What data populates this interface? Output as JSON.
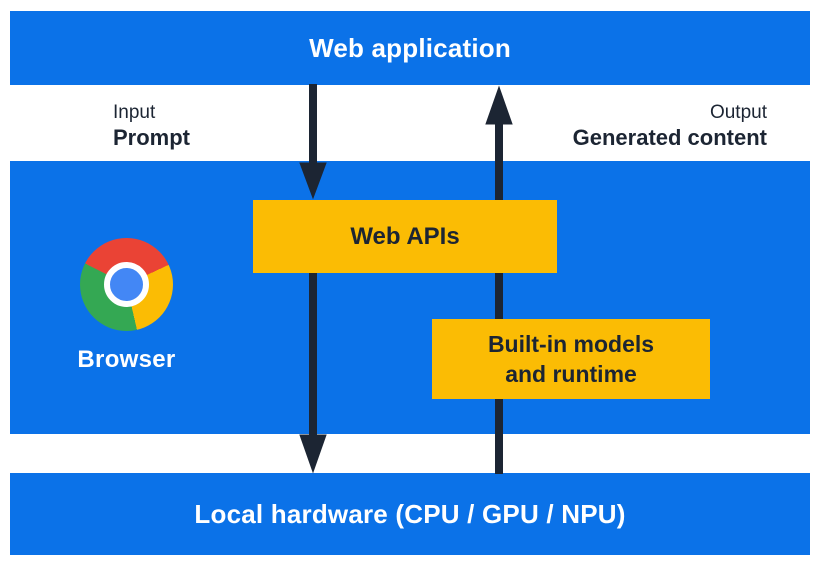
{
  "colors": {
    "blue": "#0b72e8",
    "yellow": "#fbbc04",
    "ink": "#1c2533",
    "white": "#ffffff",
    "chrome_red": "#ea4335",
    "chrome_green": "#34a853",
    "chrome_yellow": "#fbbc04",
    "chrome_blue": "#4387f5"
  },
  "diagram": {
    "web_application": {
      "label": "Web application"
    },
    "input": {
      "label": "Input",
      "value": "Prompt"
    },
    "output": {
      "label": "Output",
      "value": "Generated content"
    },
    "browser": {
      "label": "Browser"
    },
    "web_apis": {
      "label": "Web APIs"
    },
    "builtin_models": {
      "line1": "Built-in models",
      "line2": "and runtime"
    },
    "local_hardware": {
      "label": "Local hardware (CPU / GPU / NPU)"
    },
    "arrows": [
      {
        "name": "prompt-down-arrow",
        "direction": "down",
        "from": "Web application",
        "to": "Local hardware"
      },
      {
        "name": "generated-content-up-arrow",
        "direction": "up",
        "from": "Local hardware",
        "to": "Web application"
      }
    ]
  }
}
